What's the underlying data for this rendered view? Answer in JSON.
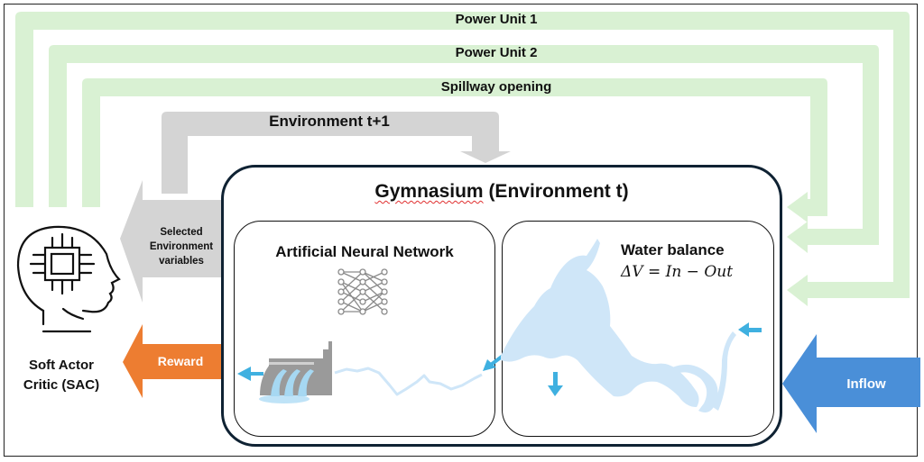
{
  "diagram": {
    "loops": {
      "power_unit_1": "Power Unit 1",
      "power_unit_2": "Power Unit 2",
      "spillway": "Spillway opening",
      "environment_next": "Environment t+1"
    },
    "agent": {
      "name_line1": "Soft Actor",
      "name_line2": "Critic (SAC)",
      "icon": "ai-head-chip-icon"
    },
    "observation_arrow": {
      "line1": "Selected",
      "line2": "Environment",
      "line3": "variables"
    },
    "reward_arrow": {
      "label": "Reward"
    },
    "inflow_arrow": {
      "label": "Inflow"
    },
    "environment": {
      "title_word1": "Gymnasium",
      "title_rest": " (Environment t)",
      "ann_panel": {
        "title": "Artificial Neural Network",
        "icon": "neural-network-icon",
        "dam_icon": "dam-icon"
      },
      "water_panel": {
        "title": "Water balance",
        "equation": "ΔV = In − Out",
        "map_icon": "reservoir-map-icon"
      }
    },
    "colors": {
      "action_green": "#d9f1d3",
      "state_gray": "#d4d4d4",
      "reward_orange": "#ed7d31",
      "inflow_blue": "#4a8fd8",
      "water_blue": "#cfe6f8",
      "flow_arrow_blue": "#3fb0e0",
      "frame_dark": "#0f2233"
    }
  }
}
